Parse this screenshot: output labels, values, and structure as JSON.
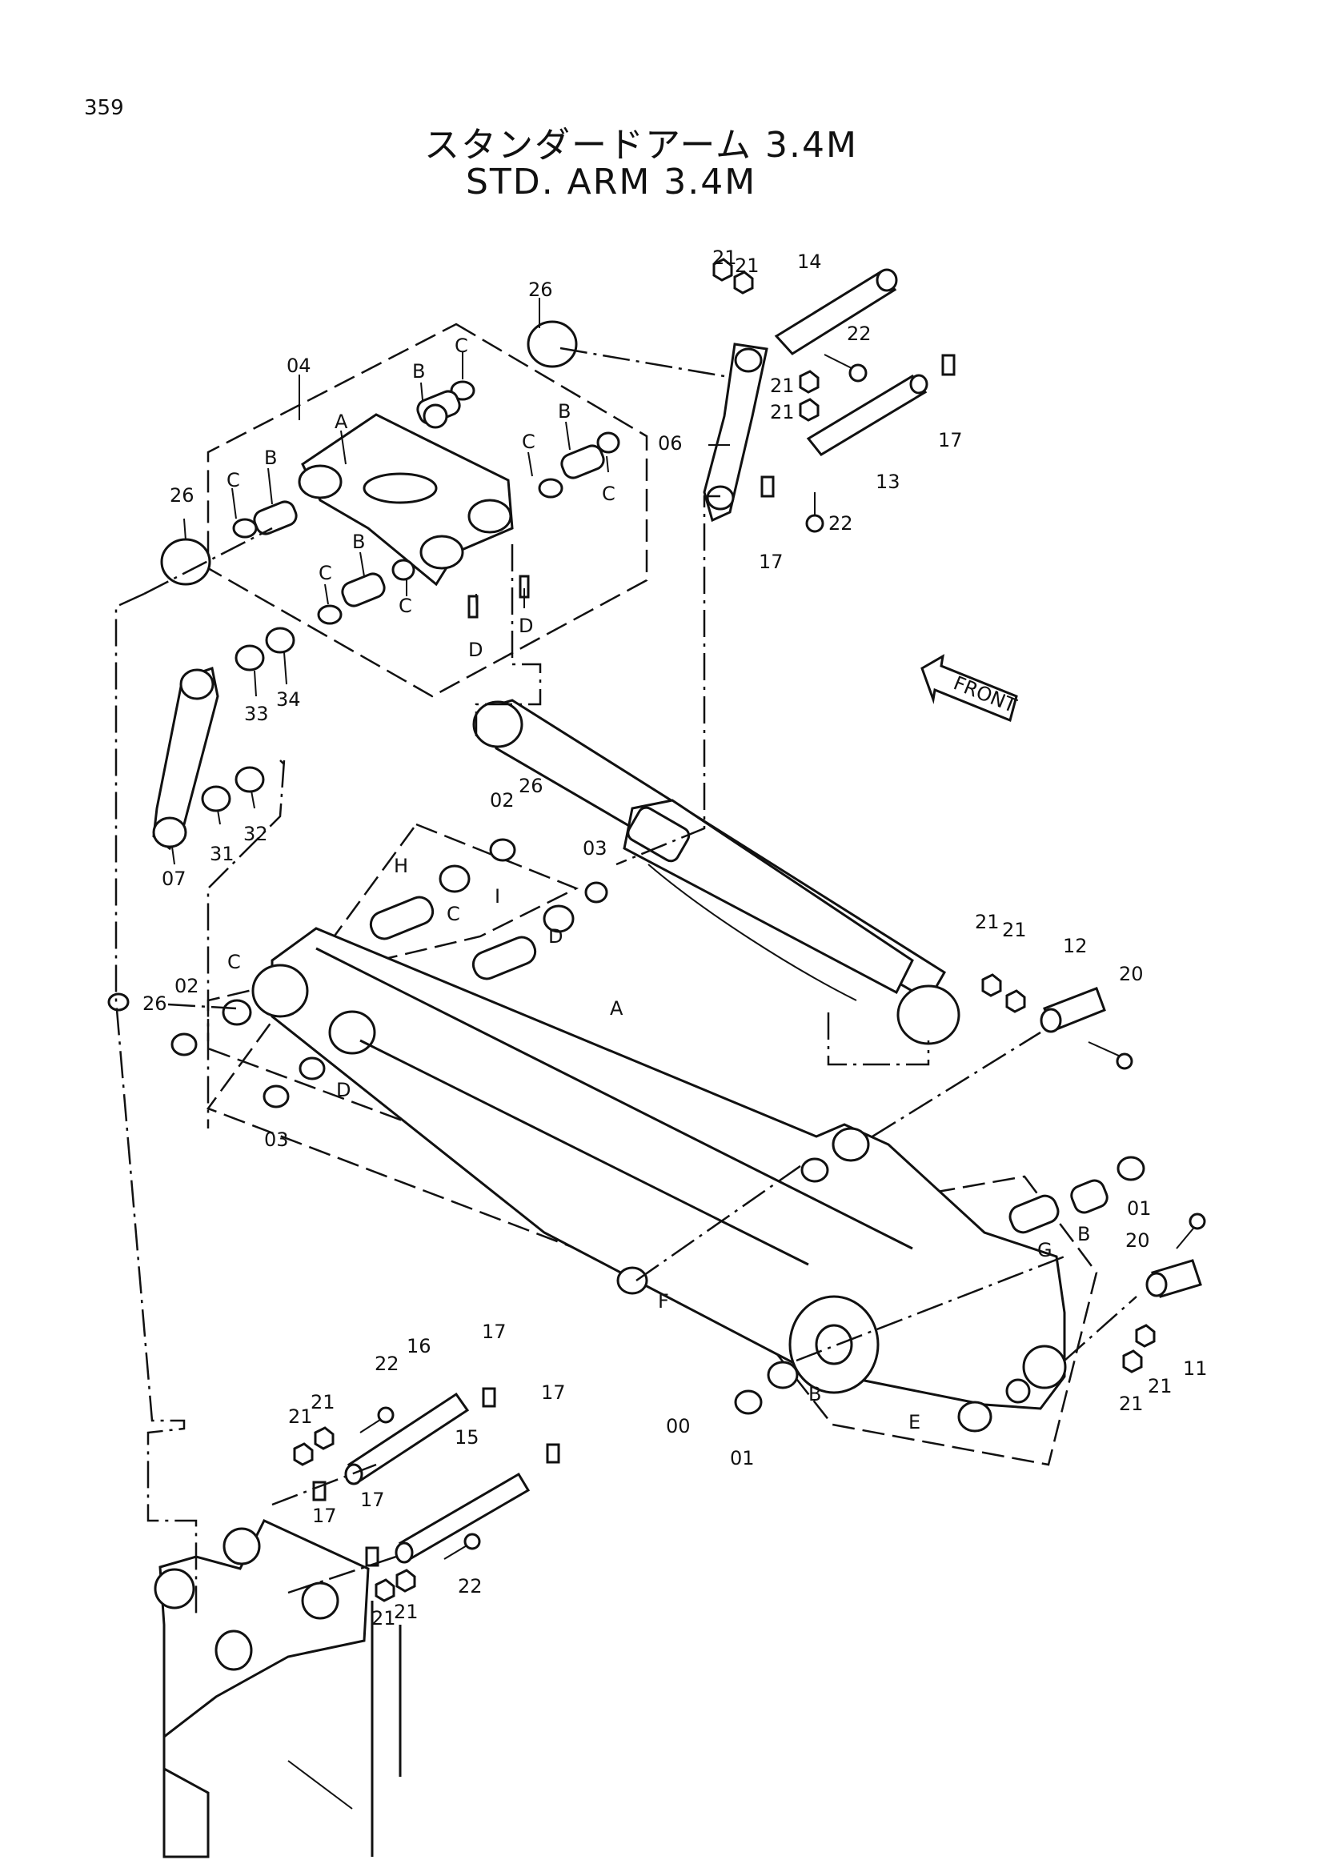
{
  "page_number": "359",
  "title_jp": "スタンダードアーム 3.4M",
  "title_en": "STD. ARM 3.4M",
  "front_label": "FRONT",
  "callouts": {
    "c_26a": "26",
    "c_04": "04",
    "c_A1": "A",
    "c_B1": "B",
    "c_C1": "C",
    "c_C2": "C",
    "c_B2": "B",
    "c_C3": "C",
    "c_26b": "26",
    "c_B3": "B",
    "c_C4": "C",
    "c_C5": "C",
    "c_B4": "B",
    "c_C6": "C",
    "c_D1": "D",
    "c_D2": "D",
    "c_33": "33",
    "c_34": "34",
    "c_31": "31",
    "c_32": "32",
    "c_07": "07",
    "c_06": "06",
    "c_21a": "21",
    "c_21b": "21",
    "c_14": "14",
    "c_22a": "22",
    "c_21c": "21",
    "c_21d": "21",
    "c_13": "13",
    "c_17a": "17",
    "c_17b": "17",
    "c_22b": "22",
    "c_02a": "02",
    "c_26c": "26",
    "c_03a": "03",
    "c_H": "H",
    "c_C7": "C",
    "c_I": "I",
    "c_D3": "D",
    "c_C8": "C",
    "c_26d": "26",
    "c_02b": "02",
    "c_D4": "D",
    "c_03b": "03",
    "c_A2": "A",
    "c_21e": "21",
    "c_21f": "21",
    "c_12": "12",
    "c_20a": "20",
    "c_01a": "01",
    "c_B5": "B",
    "c_G": "G",
    "c_20b": "20",
    "c_F": "F",
    "c_00": "00",
    "c_B6": "B",
    "c_01b": "01",
    "c_E": "E",
    "c_11": "11",
    "c_21g": "21",
    "c_21h": "21",
    "c_22c": "22",
    "c_16": "16",
    "c_17c": "17",
    "c_21i": "21",
    "c_21j": "21",
    "c_17d": "17",
    "c_15": "15",
    "c_17e": "17",
    "c_17f": "17",
    "c_22d": "22",
    "c_21k": "21",
    "c_21l": "21"
  }
}
